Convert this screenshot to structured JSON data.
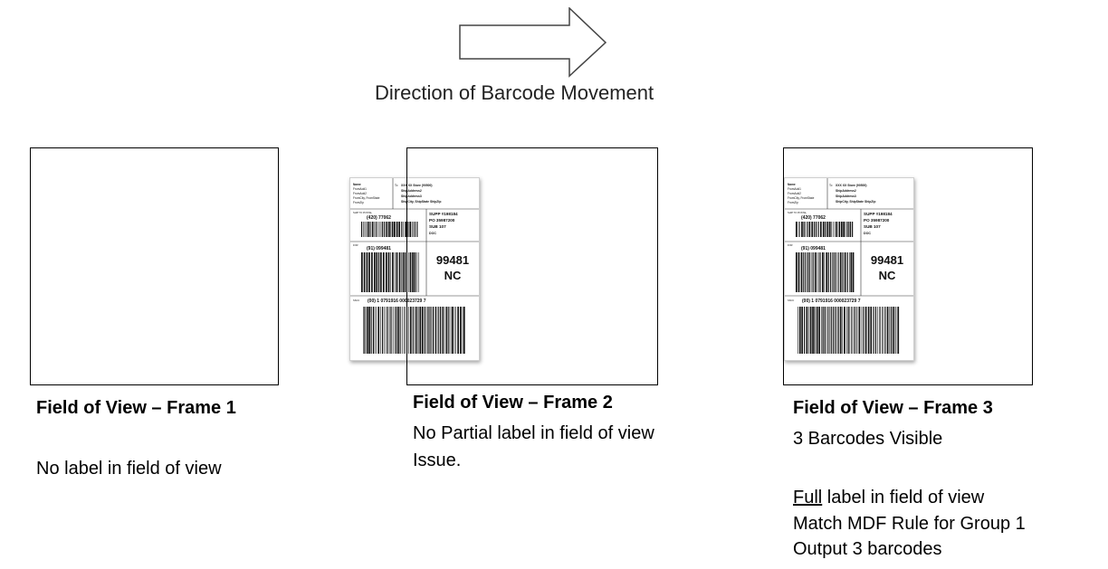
{
  "direction": {
    "label": "Direction of Barcode Movement",
    "arrow_icon": "right-arrow-icon"
  },
  "shipping_label": {
    "from_lines": [
      "Name",
      "FromAdd1",
      "FromAdd2",
      "FromCity, FromState",
      "FromZip"
    ],
    "to_prefix": "To",
    "store": "XXX XX  Store (90500)",
    "ship_lines": [
      "ShipAddress2",
      "ShipAddress3",
      "ShipCity, ShipState  ShipZip"
    ],
    "ship_to_postal": "SHIP TO POSTAL",
    "postal_barcode_text": "(420) 77062",
    "supp": "SUPP #198184",
    "po": "PO  35987200",
    "sub": "SUB  107",
    "doc": "DOC",
    "for": "FOR",
    "store_barcode_text": "(91) 099481",
    "store_number": "99481",
    "state_code": "NC",
    "sscc_label": "SSCC",
    "sscc_barcode_text": "(00) 1 0791916 000023729 7"
  },
  "frames": [
    {
      "title": "Field of View – Frame 1",
      "lines": [
        "No label in field of view"
      ]
    },
    {
      "title": "Field of View – Frame 2",
      "lines": [
        "No Partial label in field of view",
        "Issue."
      ]
    },
    {
      "title": "Field of View – Frame 3",
      "line1": "3 Barcodes Visible",
      "full_word": "Full",
      "full_rest": " label in field of view",
      "lines_after": [
        "Match MDF Rule for Group 1",
        "Output 3 barcodes"
      ]
    }
  ]
}
